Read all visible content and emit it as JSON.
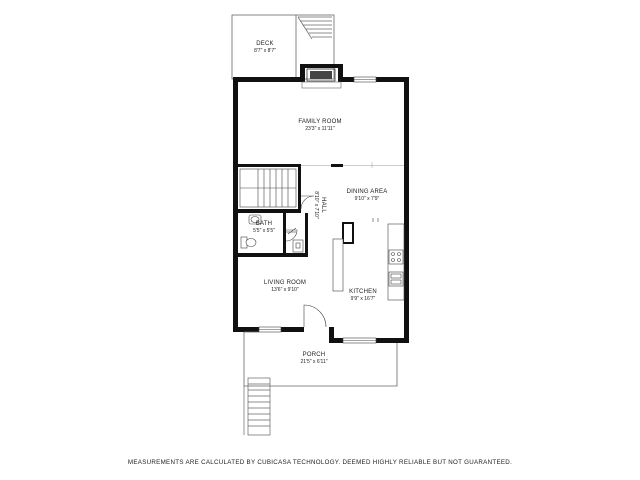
{
  "rooms": {
    "deck": {
      "name": "DECK",
      "dims": "8'7\" x 8'7\""
    },
    "family_room": {
      "name": "FAMILY ROOM",
      "dims": "23'3\" x 11'11\""
    },
    "dining_area": {
      "name": "DINING AREA",
      "dims": "9'10\" x 7'9\""
    },
    "hall": {
      "name": "HALL",
      "dims": "8'10\" x 7'10\""
    },
    "bath": {
      "name": "BATH",
      "dims": "5'5\" x 5'5\""
    },
    "living_room": {
      "name": "LIVING ROOM",
      "dims": "13'6\" x 9'10\""
    },
    "kitchen": {
      "name": "KITCHEN",
      "dims": "9'9\" x 16'7\""
    },
    "porch": {
      "name": "PORCH",
      "dims": "21'5\" x 6'11\""
    }
  },
  "disclaimer": "MEASUREMENTS ARE CALCULATED BY CUBICASA TECHNOLOGY. DEEMED HIGHLY RELIABLE BUT NOT GUARANTEED."
}
